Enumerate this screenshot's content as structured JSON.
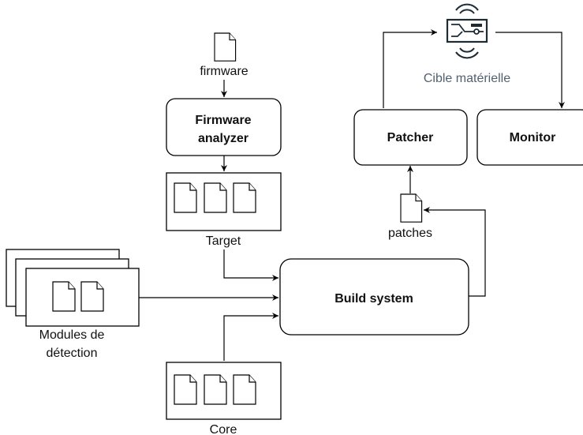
{
  "nodes": {
    "firmware": {
      "label": "firmware"
    },
    "firmware_analyzer": {
      "line1": "Firmware",
      "line2": "analyzer"
    },
    "target": {
      "label": "Target"
    },
    "modules": {
      "line1": "Modules de",
      "line2": "détection"
    },
    "core": {
      "label": "Core"
    },
    "build_system": {
      "label": "Build system"
    },
    "patches": {
      "label": "patches"
    },
    "patcher": {
      "label": "Patcher"
    },
    "monitor": {
      "label": "Monitor"
    },
    "hardware_target": {
      "label": "Cible matérielle",
      "icon": "circuit-board-icon"
    }
  },
  "edges": [
    {
      "from": "firmware",
      "to": "firmware_analyzer"
    },
    {
      "from": "firmware_analyzer",
      "to": "target"
    },
    {
      "from": "target",
      "to": "build_system"
    },
    {
      "from": "modules",
      "to": "build_system"
    },
    {
      "from": "core",
      "to": "build_system"
    },
    {
      "from": "build_system",
      "to": "patches"
    },
    {
      "from": "patches",
      "to": "patcher"
    },
    {
      "from": "patcher",
      "to": "hardware_target"
    },
    {
      "from": "hardware_target",
      "to": "monitor"
    }
  ],
  "colors": {
    "hardware_label": "#516170",
    "stroke": "#000000"
  }
}
